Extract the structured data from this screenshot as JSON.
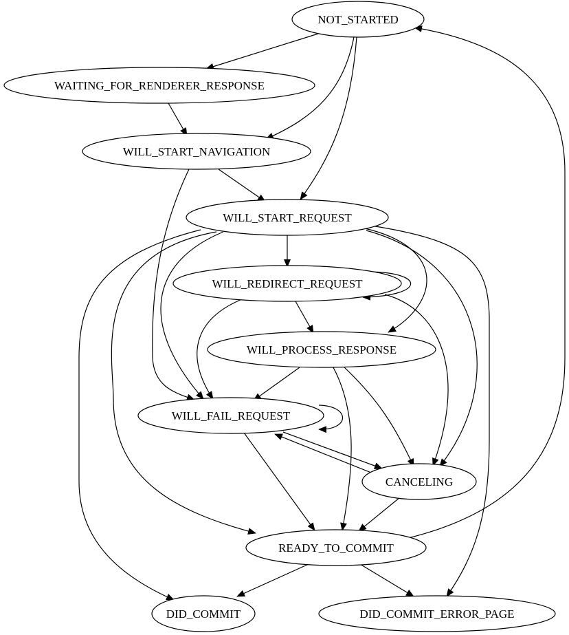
{
  "diagram": {
    "type": "state-machine",
    "nodes": [
      {
        "id": "not_started",
        "label": "NOT_STARTED"
      },
      {
        "id": "waiting",
        "label": "WAITING_FOR_RENDERER_RESPONSE"
      },
      {
        "id": "will_start_navigation",
        "label": "WILL_START_NAVIGATION"
      },
      {
        "id": "will_start_request",
        "label": "WILL_START_REQUEST"
      },
      {
        "id": "will_redirect_request",
        "label": "WILL_REDIRECT_REQUEST"
      },
      {
        "id": "will_process_response",
        "label": "WILL_PROCESS_RESPONSE"
      },
      {
        "id": "will_fail_request",
        "label": "WILL_FAIL_REQUEST"
      },
      {
        "id": "canceling",
        "label": "CANCELING"
      },
      {
        "id": "ready_to_commit",
        "label": "READY_TO_COMMIT"
      },
      {
        "id": "did_commit",
        "label": "DID_COMMIT"
      },
      {
        "id": "did_commit_error_page",
        "label": "DID_COMMIT_ERROR_PAGE"
      }
    ],
    "edges": [
      {
        "from": "not_started",
        "to": "waiting"
      },
      {
        "from": "not_started",
        "to": "will_start_navigation"
      },
      {
        "from": "not_started",
        "to": "will_start_request"
      },
      {
        "from": "waiting",
        "to": "will_start_navigation"
      },
      {
        "from": "will_start_navigation",
        "to": "will_start_request"
      },
      {
        "from": "will_start_navigation",
        "to": "will_fail_request"
      },
      {
        "from": "will_start_request",
        "to": "will_redirect_request"
      },
      {
        "from": "will_start_request",
        "to": "will_process_response"
      },
      {
        "from": "will_start_request",
        "to": "will_fail_request"
      },
      {
        "from": "will_start_request",
        "to": "canceling"
      },
      {
        "from": "will_start_request",
        "to": "ready_to_commit"
      },
      {
        "from": "will_start_request",
        "to": "did_commit"
      },
      {
        "from": "will_start_request",
        "to": "did_commit_error_page"
      },
      {
        "from": "will_redirect_request",
        "to": "will_redirect_request"
      },
      {
        "from": "will_redirect_request",
        "to": "will_process_response"
      },
      {
        "from": "will_redirect_request",
        "to": "will_fail_request"
      },
      {
        "from": "will_redirect_request",
        "to": "canceling"
      },
      {
        "from": "will_process_response",
        "to": "will_fail_request"
      },
      {
        "from": "will_process_response",
        "to": "canceling"
      },
      {
        "from": "will_process_response",
        "to": "ready_to_commit"
      },
      {
        "from": "will_fail_request",
        "to": "will_fail_request"
      },
      {
        "from": "will_fail_request",
        "to": "canceling"
      },
      {
        "from": "will_fail_request",
        "to": "ready_to_commit"
      },
      {
        "from": "canceling",
        "to": "will_fail_request"
      },
      {
        "from": "canceling",
        "to": "ready_to_commit"
      },
      {
        "from": "ready_to_commit",
        "to": "did_commit"
      },
      {
        "from": "ready_to_commit",
        "to": "did_commit_error_page"
      },
      {
        "from": "ready_to_commit",
        "to": "not_started"
      }
    ]
  }
}
